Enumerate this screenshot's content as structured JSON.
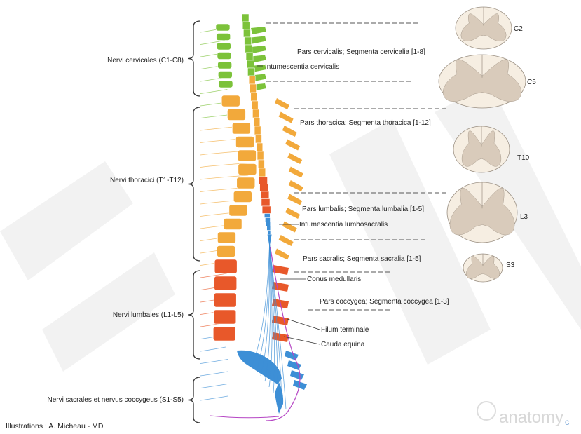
{
  "colors": {
    "cervical": "#7cc23a",
    "thoracic": "#f2a93b",
    "lumbar": "#e8582a",
    "sacral": "#3d8fd6",
    "coccygeal": "#b545c4",
    "cord_tissue": "#f6eee2",
    "gray_matter": "#d9cbbb",
    "watermark": "#ececec"
  },
  "nerve_groups": [
    {
      "label": "Nervi cervicales (C1-C8)"
    },
    {
      "label": "Nervi thoracici (T1-T12)"
    },
    {
      "label": "Nervi lumbales (L1-L5)"
    },
    {
      "label": "Nervi sacrales et nervus coccygeus (S1-S5)"
    }
  ],
  "cord_parts": [
    {
      "label": "Pars cervicalis; Segmenta cervicalia [1-8]"
    },
    {
      "label": "Intumescentia cervicalis"
    },
    {
      "label": "Pars thoracica; Segmenta thoracica [1-12]"
    },
    {
      "label": "Pars lumbalis; Segmenta lumbalia [1-5]"
    },
    {
      "label": "Intumescentia lumbosacralis"
    },
    {
      "label": "Pars sacralis; Segmenta sacralia [1-5]"
    },
    {
      "label": "Conus medullaris"
    },
    {
      "label": "Pars coccygea; Segmenta coccygea [1-3]"
    },
    {
      "label": "Filum terminale"
    },
    {
      "label": "Cauda equina"
    }
  ],
  "cross_sections": [
    {
      "label": "C2"
    },
    {
      "label": "C5"
    },
    {
      "label": "T10"
    },
    {
      "label": "L3"
    },
    {
      "label": "S3"
    }
  ],
  "credit": "Illustrations : A. Micheau - MD",
  "watermark_logo": "anatomy"
}
